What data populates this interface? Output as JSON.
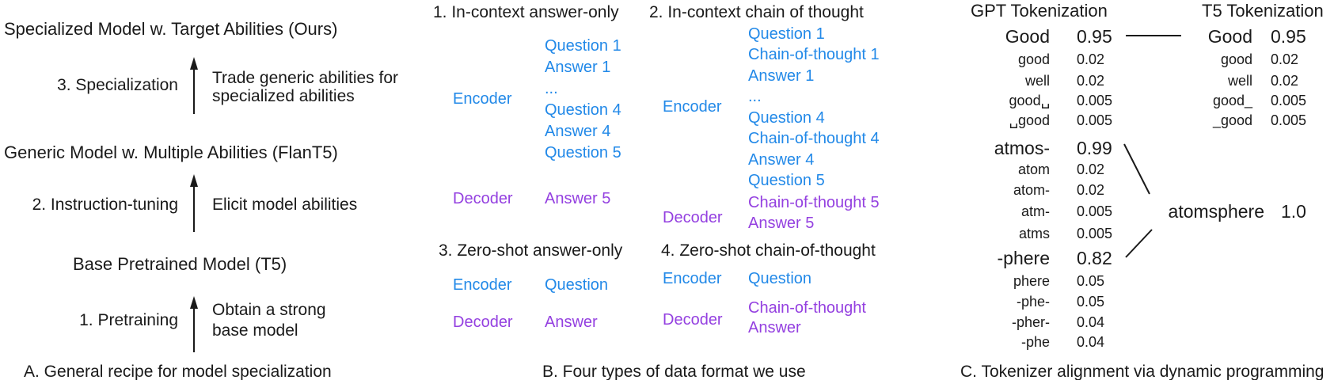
{
  "colors": {
    "blue": "#2289E8",
    "purple": "#9440E0",
    "ink": "#1A1A1A",
    "background": "#FFFFFF"
  },
  "panel_a": {
    "caption": "A. General recipe for model specialization",
    "model_specialized": "Specialized Model w. Target Abilities (Ours)",
    "model_generic": "Generic Model w. Multiple Abilities (FlanT5)",
    "model_base": "Base Pretrained Model (T5)",
    "step_specialization": {
      "name": "3. Specialization",
      "desc1": "Trade generic abilities for",
      "desc2": "specialized abilities"
    },
    "step_instruction": {
      "name": "2. Instruction-tuning",
      "desc1": "Elicit model abilities"
    },
    "step_pretraining": {
      "name": "1. Pretraining",
      "desc1": "Obtain a strong",
      "desc2": "base model"
    }
  },
  "panel_b": {
    "caption": "B. Four types of data format we use",
    "encoder_label": "Encoder",
    "decoder_label": "Decoder",
    "f1": {
      "title": "1. In-context answer-only",
      "enc": [
        "Question 1",
        "Answer 1",
        "...",
        "Question 4",
        "Answer 4",
        "Question 5"
      ],
      "dec": [
        "Answer 5"
      ]
    },
    "f2": {
      "title": "2. In-context chain of thought",
      "enc": [
        "Question 1",
        "Chain-of-thought 1",
        "Answer 1",
        "...",
        "Question 4",
        "Chain-of-thought 4",
        "Answer 4",
        "Question 5"
      ],
      "dec": [
        "Chain-of-thought 5",
        "Answer 5"
      ]
    },
    "f3": {
      "title": "3. Zero-shot answer-only",
      "enc": [
        "Question"
      ],
      "dec": [
        "Answer"
      ]
    },
    "f4": {
      "title": "4. Zero-shot chain-of-thought",
      "enc": [
        "Question"
      ],
      "dec": [
        "Chain-of-thought",
        "Answer"
      ]
    }
  },
  "panel_c": {
    "caption": "C. Tokenizer alignment via dynamic programming",
    "gpt": {
      "title": "GPT Tokenization",
      "groups": [
        {
          "best": [
            "Good",
            "0.95"
          ],
          "alts": [
            [
              "good",
              "0.02"
            ],
            [
              "well",
              "0.02"
            ],
            [
              "good␣",
              "0.005"
            ],
            [
              "␣good",
              "0.005"
            ]
          ]
        },
        {
          "best": [
            "atmos-",
            "0.99"
          ],
          "alts": [
            [
              "atom",
              "0.02"
            ],
            [
              "atom-",
              "0.02"
            ],
            [
              "atm-",
              "0.005"
            ],
            [
              "atms",
              "0.005"
            ]
          ]
        },
        {
          "best": [
            "-phere",
            "0.82"
          ],
          "alts": [
            [
              "phere",
              "0.05"
            ],
            [
              "-phe-",
              "0.05"
            ],
            [
              "-pher-",
              "0.04"
            ],
            [
              "-phe",
              "0.04"
            ]
          ]
        }
      ]
    },
    "t5": {
      "title": "T5 Tokenization",
      "groups": [
        {
          "best": [
            "Good",
            "0.95"
          ],
          "alts": [
            [
              "good",
              "0.02"
            ],
            [
              "well",
              "0.02"
            ],
            [
              "good_",
              "0.005"
            ],
            [
              "_good",
              "0.005"
            ]
          ]
        },
        {
          "best": [
            "atomsphere",
            "1.0"
          ],
          "alts": []
        }
      ]
    }
  }
}
